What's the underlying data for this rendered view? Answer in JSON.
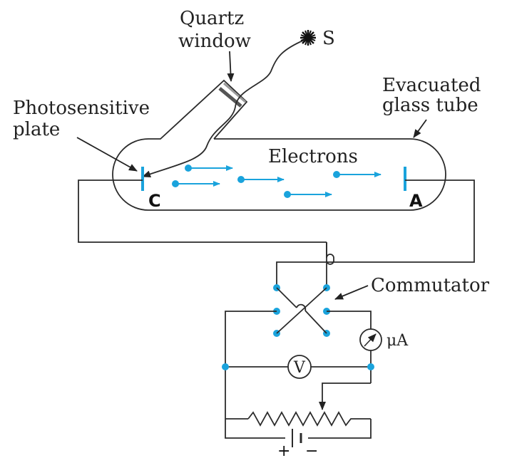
{
  "labels": {
    "quartz_window_line1": "Quartz",
    "quartz_window_line2": "window",
    "source": "S",
    "evacuated_line1": "Evacuated",
    "evacuated_line2": "glass tube",
    "photosensitive_line1": "Photosensitive",
    "photosensitive_line2": "plate",
    "electrons": "Electrons",
    "cathode": "C",
    "anode": "A",
    "commutator": "Commutator",
    "ammeter": "μA",
    "voltmeter": "V",
    "battery_plus": "+",
    "battery_minus": "−"
  },
  "colors": {
    "line": "#2b2b2b",
    "electron": "#1aa3dc",
    "plate": "#1aa3dc"
  },
  "icons": {
    "source": "star-burst-icon",
    "ammeter": "microammeter-gauge-icon",
    "voltmeter": "voltmeter-icon",
    "battery": "battery-cell-icon",
    "rheostat": "rheostat-resistor-icon"
  }
}
